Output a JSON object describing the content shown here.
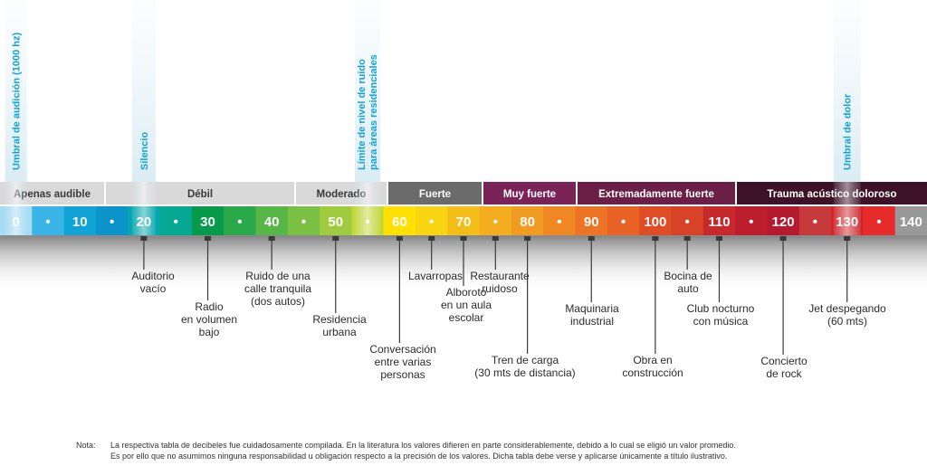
{
  "colors": {
    "marker_text": "#12a3d6",
    "category_bg": [
      "#d9d9d9",
      "#d9d9d9",
      "#d9d9d9",
      "#6b6b6b",
      "#7a2358",
      "#6b1f47",
      "#3d1226"
    ],
    "category_fg": [
      "#3a3a3a",
      "#3a3a3a",
      "#3a3a3a",
      "#ffffff",
      "#ffffff",
      "#ffffff",
      "#ffffff"
    ],
    "cells": [
      "#a8dcf3",
      "#38b4e6",
      "#12a3d6",
      "#0a94c9",
      "#07a8ad",
      "#06a894",
      "#069a4a",
      "#2aa94a",
      "#56b648",
      "#79c043",
      "#9fcc3e",
      "#c4d837",
      "#ffe000",
      "#f8d411",
      "#f4be18",
      "#f3ad1e",
      "#f29b22",
      "#ef8723",
      "#ec7424",
      "#e86225",
      "#e04c26",
      "#d84227",
      "#c6282c",
      "#bd1e2d",
      "#b5192f",
      "#c73a3c",
      "#d42428",
      "#e62b2b"
    ]
  },
  "markers": [
    {
      "label": "Umbral de audición (1000 hz)"
    },
    {
      "label": "Silencio"
    },
    {
      "label": [
        "Límite de nivel de ruido",
        "para áreas residenciales"
      ]
    },
    {
      "label": "Umbral de dolor"
    }
  ],
  "categories": [
    "Apenas audible",
    "Débil",
    "Moderado",
    "Fuerte",
    "Muy fuerte",
    "Extremadamente fuerte",
    "Trauma acústico doloroso"
  ],
  "cells": [
    "0",
    "•",
    "10",
    "•",
    "20",
    "•",
    "30",
    "•",
    "40",
    "•",
    "50",
    "•",
    "60",
    "•",
    "70",
    "•",
    "80",
    "•",
    "90",
    "•",
    "100",
    "•",
    "110",
    "•",
    "120",
    "•",
    "130",
    "•",
    "140"
  ],
  "annotations": [
    {
      "lines": [
        "Auditorio",
        "vacío"
      ]
    },
    {
      "lines": [
        "Radio",
        "en volumen",
        "bajo"
      ]
    },
    {
      "lines": [
        "Ruido de una",
        "calle tranquila",
        "(dos autos)"
      ]
    },
    {
      "lines": [
        "Residencia",
        "urbana"
      ]
    },
    {
      "lines": [
        "Conversación",
        "entre varias",
        "personas"
      ]
    },
    {
      "lines": [
        "Lavarropas"
      ]
    },
    {
      "lines": [
        "Alboroto",
        "en un aula",
        "escolar"
      ]
    },
    {
      "lines": [
        "Restaurante",
        "ruidoso"
      ]
    },
    {
      "lines": [
        "Tren de carga",
        "(30 mts de distancia)"
      ]
    },
    {
      "lines": [
        "Maquinaria",
        "industrial"
      ]
    },
    {
      "lines": [
        "Obra en",
        "construcción"
      ]
    },
    {
      "lines": [
        "Bocina de",
        "auto"
      ]
    },
    {
      "lines": [
        "Club nocturno",
        "con música"
      ]
    },
    {
      "lines": [
        "Concierto",
        "de rock"
      ]
    },
    {
      "lines": [
        "Jet despegando",
        "(60 mts)"
      ]
    }
  ],
  "note": {
    "label": "Nota:",
    "lines": [
      "La respectiva tabla de decibeles fue cuidadosamente compilada. En la literatura los valores difieren en parte considerablemente, debido a lo cual se eligió un valor promedio.",
      "Es por ello que no asumimos ninguna responsabilidad u obligación respecto a la precisión de los valores. Dicha tabla debe verse y aplicarse únicamente a título ilustrativo."
    ]
  }
}
